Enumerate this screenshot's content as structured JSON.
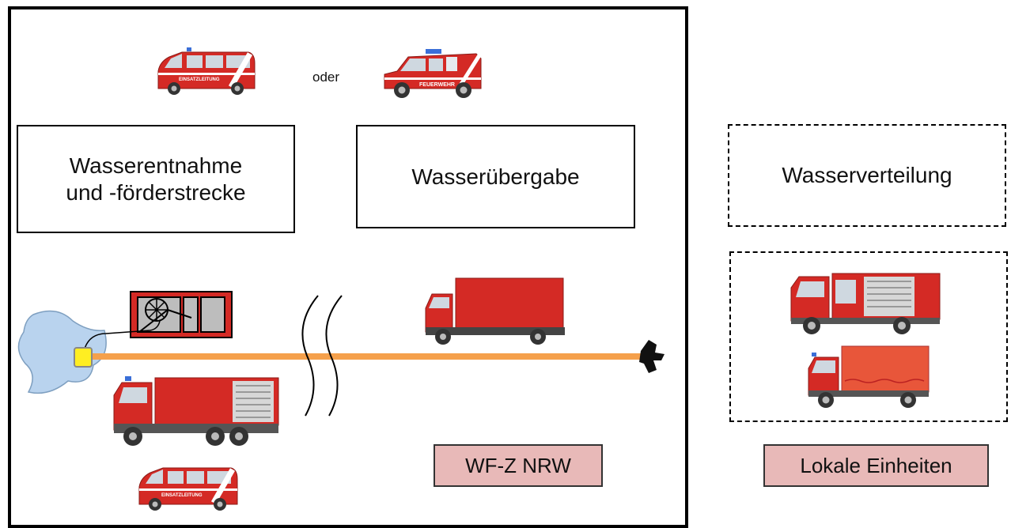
{
  "labels": {
    "oder": "oder",
    "wasserentnahme": "Wasserentnahme",
    "foerderstrecke": "und -förderstrecke",
    "wasseruebergabe": "Wasserübergabe",
    "wasserverteilung": "Wasserverteilung",
    "wfz": "WF-Z NRW",
    "lokale": "Lokale Einheiten"
  },
  "vehicle_text": {
    "einsatzleitung": "EINSATZLEITUNG",
    "feuerwehr": "FEUERWEHR"
  },
  "colors": {
    "vehicle_red": "#d42a25",
    "hose_orange": "#f5a04b",
    "pink_box": "#e8b9b8",
    "water_blue": "#b9d3ee",
    "pump_yellow": "#ffee22"
  }
}
